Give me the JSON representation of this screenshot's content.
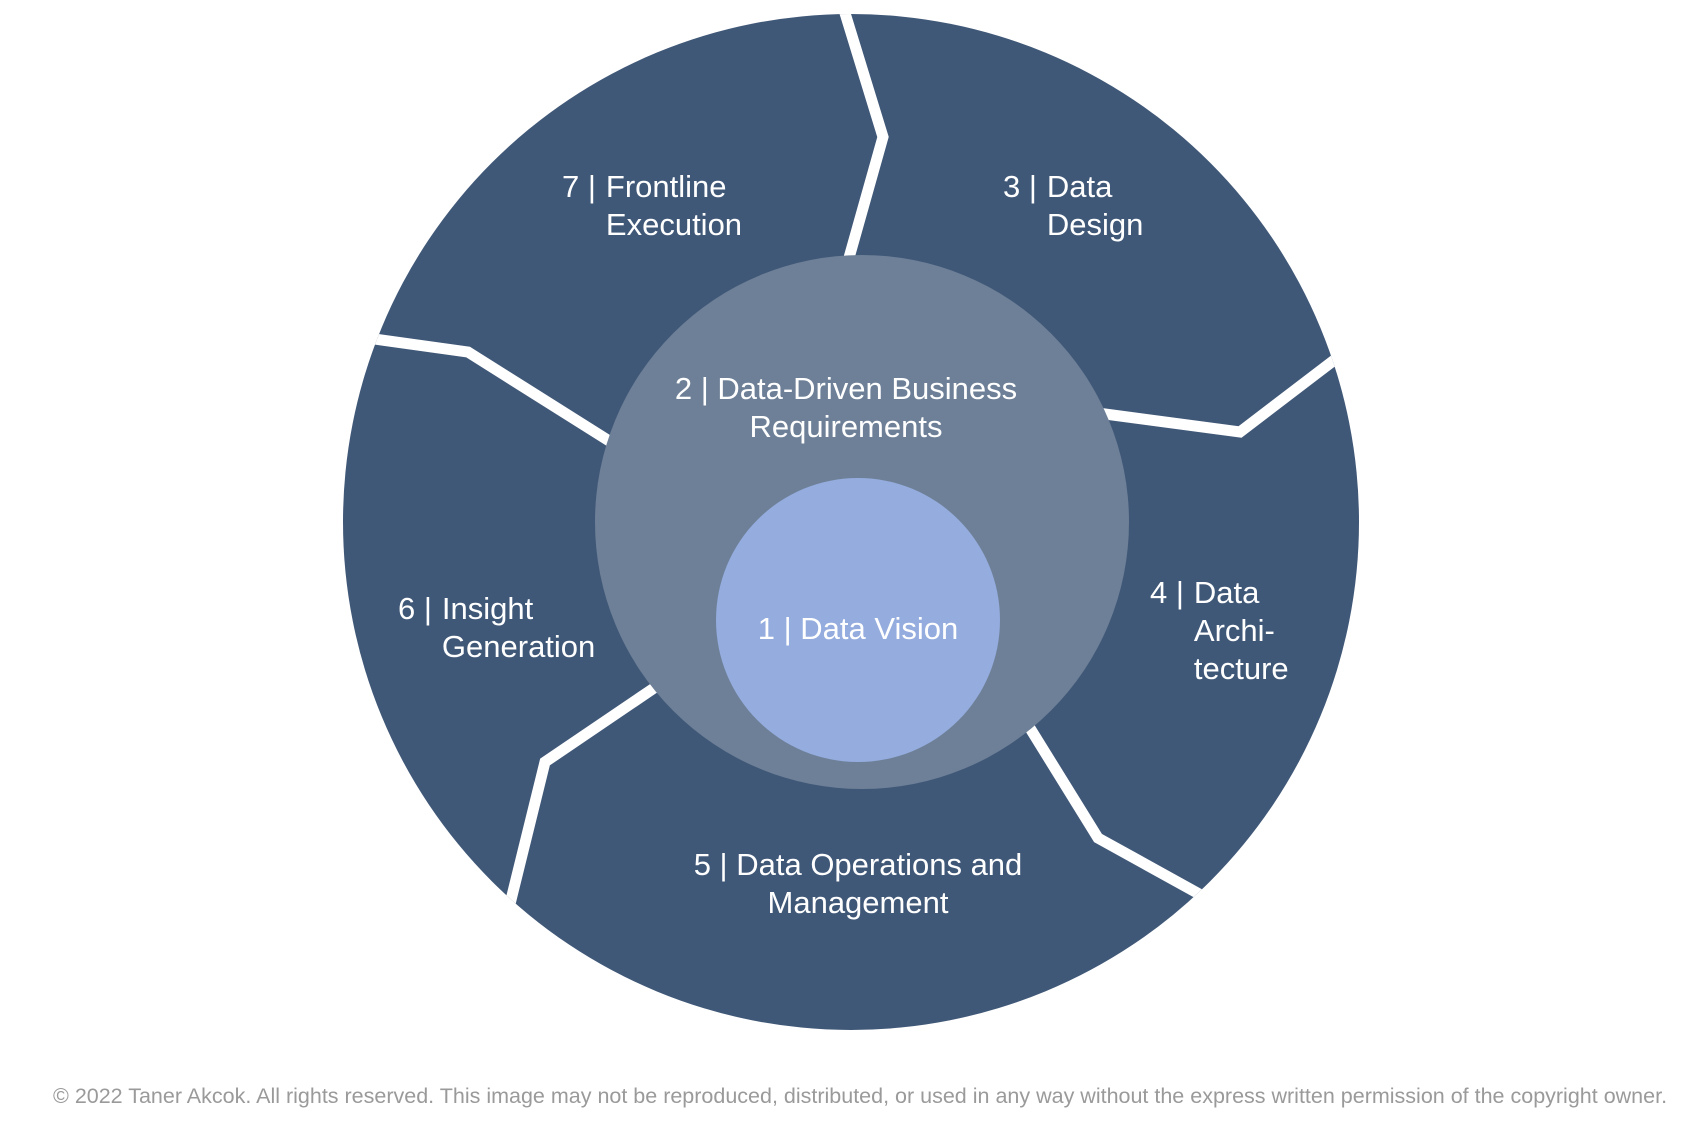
{
  "rings": {
    "divider_color": "#ffffff",
    "inner": {
      "label": "1 | Data Vision",
      "color": "#94acde"
    },
    "middle": {
      "label": "2 | Data-Driven Business\nRequirements",
      "color": "#6e8097"
    },
    "outer": {
      "color": "#405878",
      "segments": [
        {
          "num": "3",
          "prefix": "3 |",
          "title": "Data\nDesign"
        },
        {
          "num": "4",
          "prefix": "4 |",
          "title": "Data\nArchi-\ntecture"
        },
        {
          "num": "5",
          "label": "5 | Data Operations and\nManagement"
        },
        {
          "num": "6",
          "prefix": "6 |",
          "title": "Insight\nGeneration"
        },
        {
          "num": "7",
          "prefix": "7 |",
          "title": "Frontline\nExecution"
        }
      ]
    }
  },
  "footer": {
    "copyright": "© 2022 Taner Akcok. All rights reserved. This image may not be reproduced, distributed, or used in any way without the express written permission of the copyright owner."
  }
}
